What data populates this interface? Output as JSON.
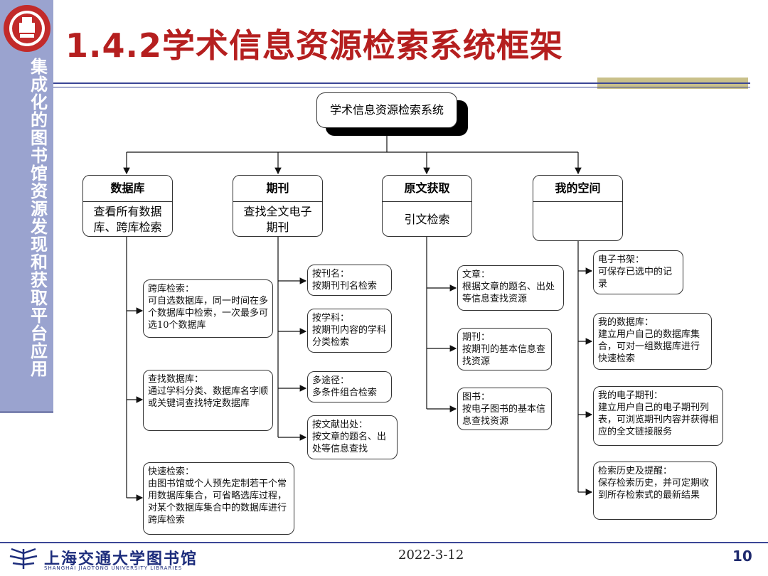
{
  "slide": {
    "title": "1.4.2学术信息资源检索系统框架",
    "sidebar_text": "集成化的图书馆资源发现和获取平台应用",
    "date": "2022-3-12",
    "page_number": "10",
    "library_cn": "上海交通大学图书馆",
    "library_en": "SHANGHAI JIAOTONG UNIVERSITY LIBRARIES"
  },
  "diagram": {
    "root": "学术信息资源检索系统",
    "categories": [
      {
        "head": "数据库",
        "body": "查看所有数据库、跨库检索"
      },
      {
        "head": "期刊",
        "body": "查找全文电子期刊"
      },
      {
        "head": "原文获取",
        "body": "引文检索"
      },
      {
        "head": "我的空间",
        "body": ""
      }
    ],
    "database_items": [
      "跨库检索：\n可自选数据库，同一时间在多个数据库中检索，一次最多可选10个数据库",
      "查找数据库：\n通过学科分类、数据库名字顺或关键词查找特定数据库",
      "快速检索：\n由图书馆或个人预先定制若干个常用数据库集合，可省略选库过程，对某个数据库集合中的数据库进行跨库检索"
    ],
    "journal_items": [
      "按刊名：\n按期刊刊名检索",
      "按学科：\n按期刊内容的学科分类检索",
      "多途径：\n多条件组合检索",
      "按文献出处：\n按文章的题名、出处等信息查找"
    ],
    "fulltext_items": [
      "文章：\n根据文章的题名、出处等信息查找资源",
      "期刊：\n按期刊的基本信息查找资源",
      "图书：\n按电子图书的基本信息查找资源"
    ],
    "myspace_items": [
      "电子书架：\n可保存已选中的记录",
      "我的数据库：\n建立用户自己的数据库集合，可对一组数据库进行快速检索",
      "我的电子期刊：\n建立用户自己的电子期刊列表，可浏览期刊内容并获得相应的全文链接服务",
      "检索历史及提醒：\n保存检索历史，并可定期收到所存检索式的最新结果"
    ]
  }
}
